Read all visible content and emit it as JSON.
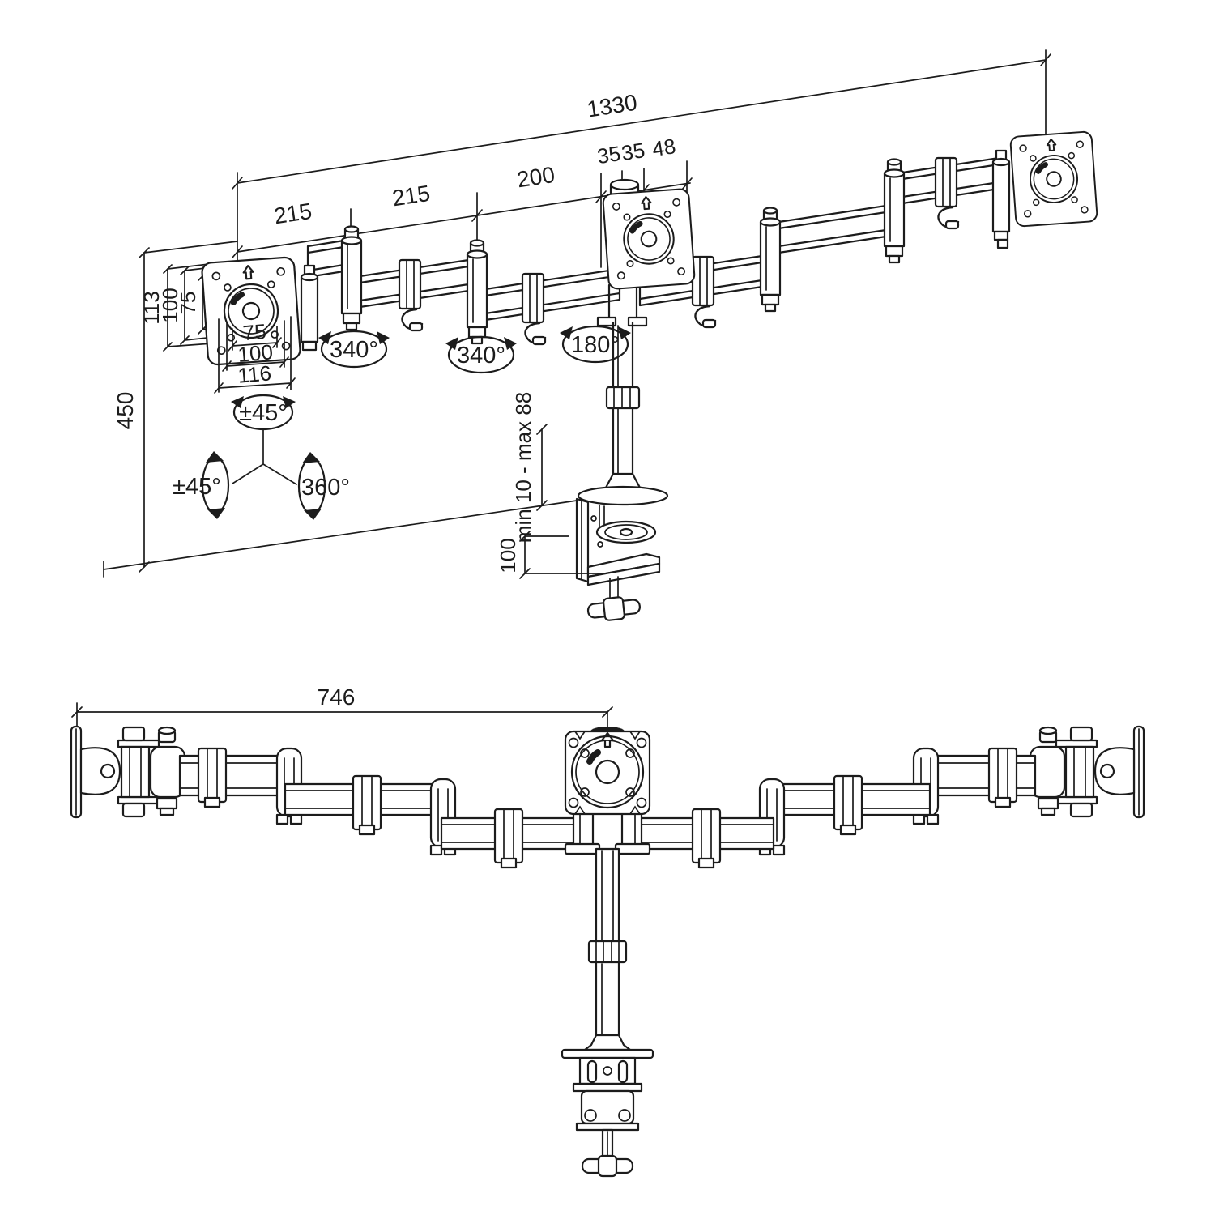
{
  "colors": {
    "line": "#1c1c1c",
    "background": "#ffffff"
  },
  "top_view": {
    "dim_overall": "1330",
    "dim_seg1": "215",
    "dim_seg2": "215",
    "dim_seg3": "200",
    "dim_offset1": "35",
    "dim_offset2": "35",
    "dim_offset3": "48",
    "dim_vesa_height_outer": "113",
    "dim_vesa_height_mid": "100",
    "dim_vesa_height_inner": "75",
    "dim_vesa_width_inner": "75",
    "dim_vesa_width_mid": "100",
    "dim_vesa_width_outer": "116",
    "dim_height": "450",
    "dim_clamp_range": "min 10 - max 88",
    "dim_clamp_depth": "100",
    "rot_arm_joint1": "340°",
    "rot_arm_joint2": "340°",
    "rot_pole": "180°",
    "rot_vesa_tilt": "±45°",
    "rot_vesa_roll": "±45°",
    "rot_vesa_swivel": "360°"
  },
  "bottom_view": {
    "dim_center_offset": "746"
  }
}
